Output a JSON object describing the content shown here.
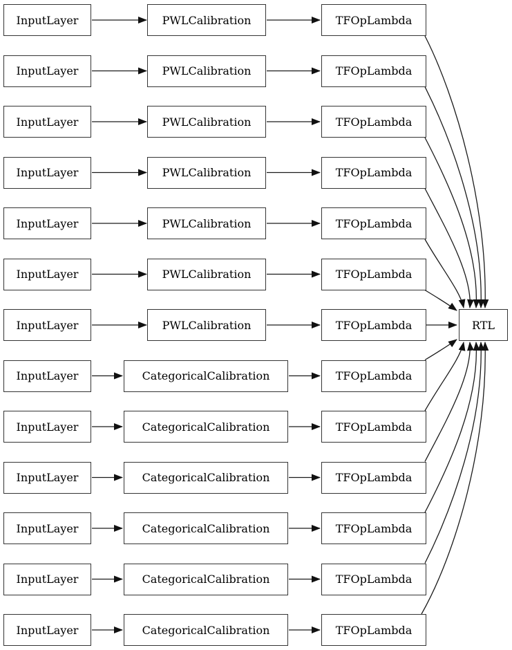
{
  "diagram": {
    "output_node": {
      "label": "RTL"
    },
    "rows": [
      {
        "input_label": "InputLayer",
        "calib_label": "PWLCalibration",
        "calib_type": "pwl",
        "lambda_label": "TFOpLambda"
      },
      {
        "input_label": "InputLayer",
        "calib_label": "PWLCalibration",
        "calib_type": "pwl",
        "lambda_label": "TFOpLambda"
      },
      {
        "input_label": "InputLayer",
        "calib_label": "PWLCalibration",
        "calib_type": "pwl",
        "lambda_label": "TFOpLambda"
      },
      {
        "input_label": "InputLayer",
        "calib_label": "PWLCalibration",
        "calib_type": "pwl",
        "lambda_label": "TFOpLambda"
      },
      {
        "input_label": "InputLayer",
        "calib_label": "PWLCalibration",
        "calib_type": "pwl",
        "lambda_label": "TFOpLambda"
      },
      {
        "input_label": "InputLayer",
        "calib_label": "PWLCalibration",
        "calib_type": "pwl",
        "lambda_label": "TFOpLambda"
      },
      {
        "input_label": "InputLayer",
        "calib_label": "PWLCalibration",
        "calib_type": "pwl",
        "lambda_label": "TFOpLambda"
      },
      {
        "input_label": "InputLayer",
        "calib_label": "CategoricalCalibration",
        "calib_type": "categorical",
        "lambda_label": "TFOpLambda"
      },
      {
        "input_label": "InputLayer",
        "calib_label": "CategoricalCalibration",
        "calib_type": "categorical",
        "lambda_label": "TFOpLambda"
      },
      {
        "input_label": "InputLayer",
        "calib_label": "CategoricalCalibration",
        "calib_type": "categorical",
        "lambda_label": "TFOpLambda"
      },
      {
        "input_label": "InputLayer",
        "calib_label": "CategoricalCalibration",
        "calib_type": "categorical",
        "lambda_label": "TFOpLambda"
      },
      {
        "input_label": "InputLayer",
        "calib_label": "CategoricalCalibration",
        "calib_type": "categorical",
        "lambda_label": "TFOpLambda"
      },
      {
        "input_label": "InputLayer",
        "calib_label": "CategoricalCalibration",
        "calib_type": "categorical",
        "lambda_label": "TFOpLambda"
      }
    ]
  }
}
